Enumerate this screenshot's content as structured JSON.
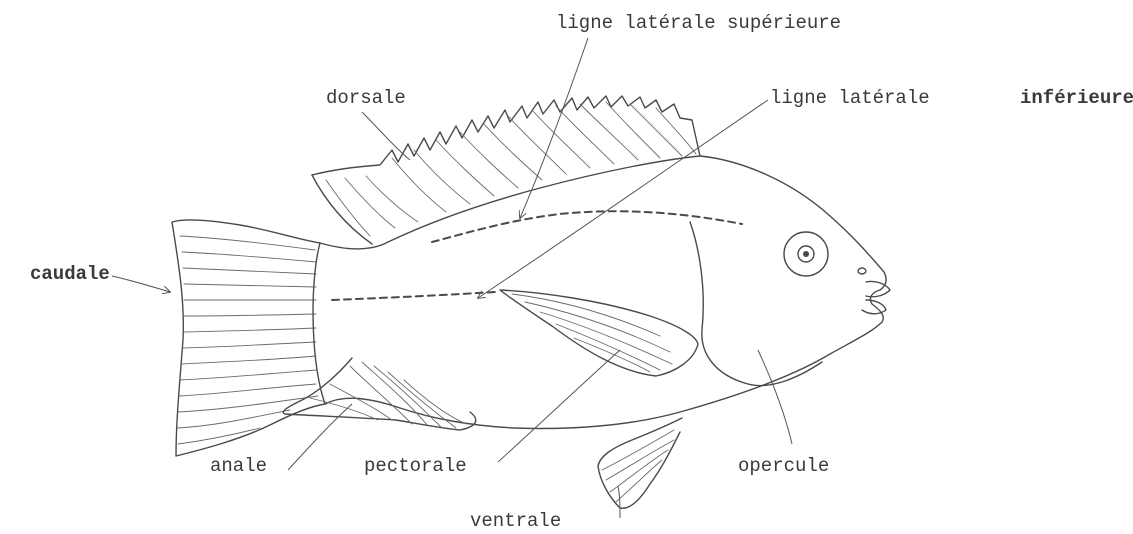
{
  "labels": {
    "ligne_superieure": "ligne latérale supérieure",
    "ligne_inferieure_a": "ligne latérale",
    "ligne_inferieure_b": "inférieure",
    "dorsale": "dorsale",
    "caudale": "caudale",
    "anale": "anale",
    "pectorale": "pectorale",
    "ventrale": "ventrale",
    "opercule": "opercule"
  }
}
